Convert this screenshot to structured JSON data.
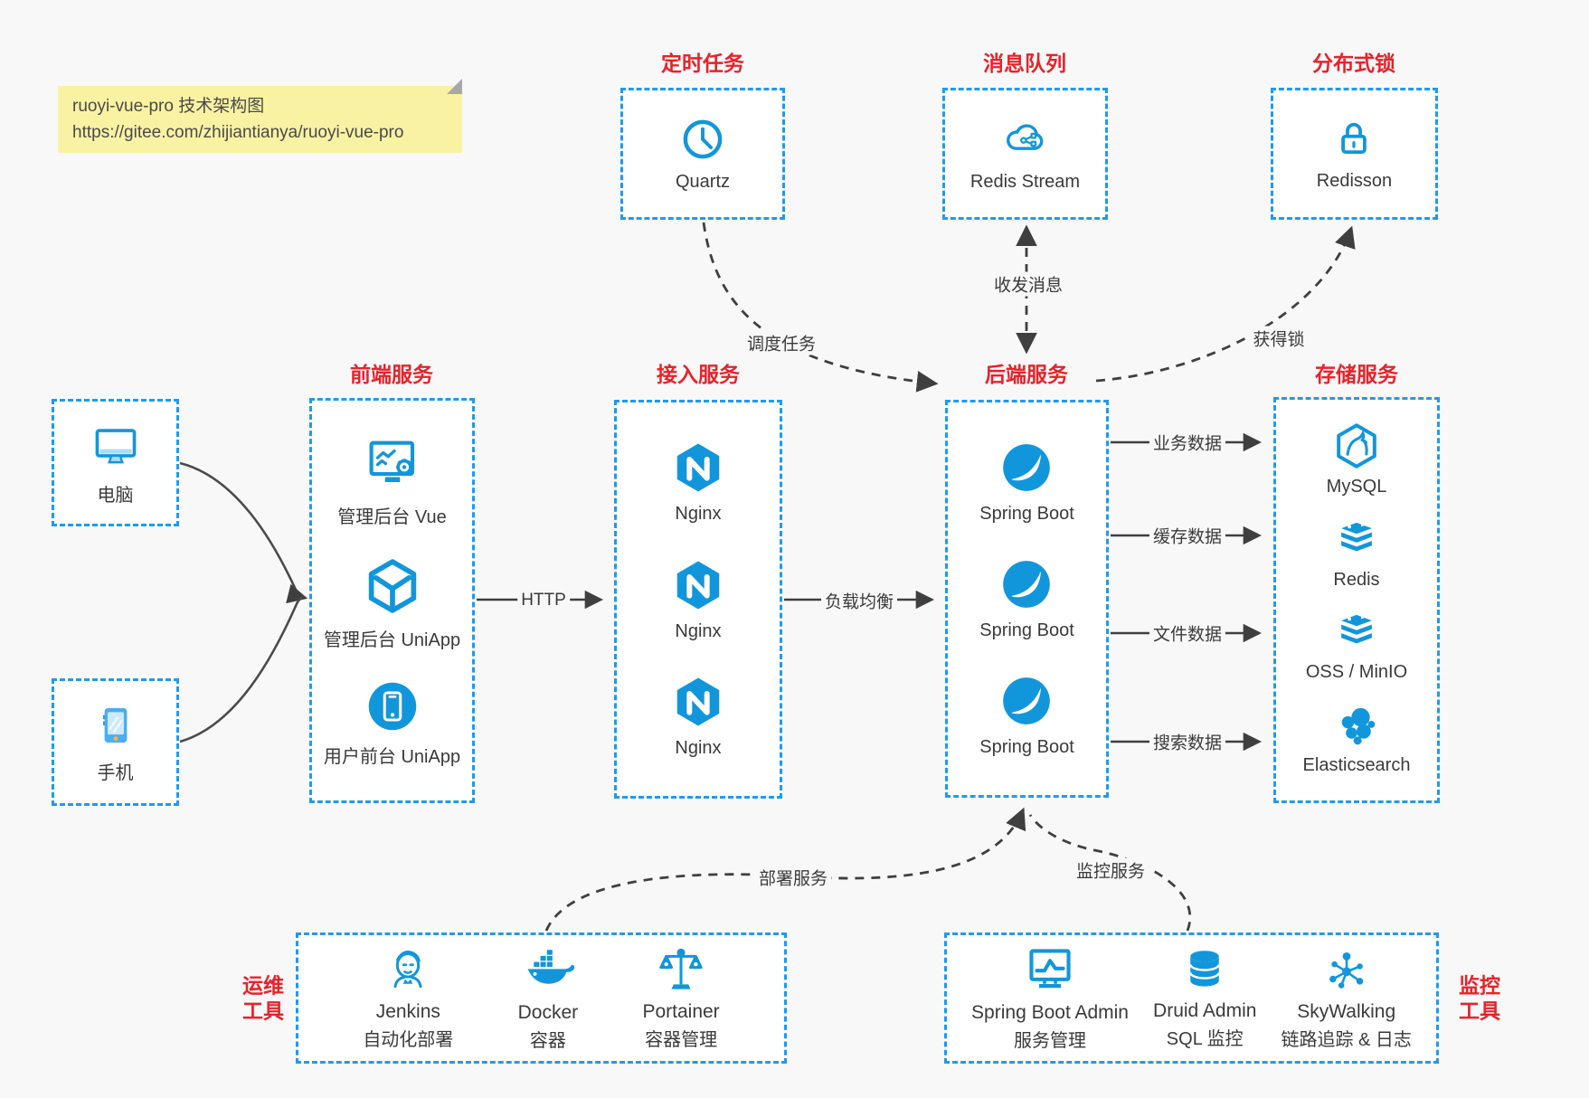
{
  "note": {
    "line1": "ruoyi-vue-pro 技术架构图",
    "line2": "https://gitee.com/zhijiantianya/ruoyi-vue-pro"
  },
  "colors": {
    "accent_blue": "#1296db",
    "border_blue": "#1d9bf0",
    "title_red": "#e8222a",
    "arrow_gray": "#3f3f3f",
    "note_yellow": "#f9f2a2",
    "background": "#f8f8f8"
  },
  "groups": {
    "scheduler": {
      "title": "定时任务",
      "items": [
        {
          "icon": "clock-icon",
          "label": "Quartz"
        }
      ]
    },
    "mq": {
      "title": "消息队列",
      "items": [
        {
          "icon": "cloud-network-icon",
          "label": "Redis Stream"
        }
      ]
    },
    "lock": {
      "title": "分布式锁",
      "items": [
        {
          "icon": "lock-icon",
          "label": "Redisson"
        }
      ]
    },
    "clients": {
      "items": [
        {
          "icon": "desktop-icon",
          "label": "电脑"
        },
        {
          "icon": "smartphone-icon",
          "label": "手机"
        }
      ]
    },
    "frontend": {
      "title": "前端服务",
      "items": [
        {
          "icon": "admin-dashboard-icon",
          "label": "管理后台 Vue"
        },
        {
          "icon": "uniapp-cube-icon",
          "label": "管理后台 UniApp"
        },
        {
          "icon": "phone-circle-icon",
          "label": "用户前台 UniApp"
        }
      ]
    },
    "gateway": {
      "title": "接入服务",
      "items": [
        {
          "icon": "nginx-icon",
          "label": "Nginx"
        },
        {
          "icon": "nginx-icon",
          "label": "Nginx"
        },
        {
          "icon": "nginx-icon",
          "label": "Nginx"
        }
      ]
    },
    "backend": {
      "title": "后端服务",
      "items": [
        {
          "icon": "spring-icon",
          "label": "Spring Boot"
        },
        {
          "icon": "spring-icon",
          "label": "Spring Boot"
        },
        {
          "icon": "spring-icon",
          "label": "Spring Boot"
        }
      ]
    },
    "storage": {
      "title": "存储服务",
      "items": [
        {
          "icon": "mysql-icon",
          "label": "MySQL"
        },
        {
          "icon": "redis-stack-icon",
          "label": "Redis"
        },
        {
          "icon": "redis-stack-icon",
          "label": "OSS / MinIO"
        },
        {
          "icon": "elasticsearch-icon",
          "label": "Elasticsearch"
        }
      ]
    },
    "ops": {
      "title_lines": [
        "运维",
        "工具"
      ],
      "items": [
        {
          "icon": "jenkins-icon",
          "name": "Jenkins",
          "desc": "自动化部署"
        },
        {
          "icon": "docker-icon",
          "name": "Docker",
          "desc": "容器"
        },
        {
          "icon": "portainer-icon",
          "name": "Portainer",
          "desc": "容器管理"
        }
      ]
    },
    "monitor": {
      "title_lines": [
        "监控",
        "工具"
      ],
      "items": [
        {
          "icon": "monitor-chart-icon",
          "name": "Spring Boot Admin",
          "desc": "服务管理"
        },
        {
          "icon": "database-icon",
          "name": "Druid Admin",
          "desc": "SQL 监控"
        },
        {
          "icon": "topology-icon",
          "name": "SkyWalking",
          "desc": "链路追踪 & 日志"
        }
      ]
    }
  },
  "edges": {
    "http": "HTTP",
    "load_balance": "负载均衡",
    "schedule": "调度任务",
    "message": "收发消息",
    "lock": "获得锁",
    "biz": "业务数据",
    "cache": "缓存数据",
    "file": "文件数据",
    "search": "搜索数据",
    "deploy": "部署服务",
    "monitoring": "监控服务"
  }
}
